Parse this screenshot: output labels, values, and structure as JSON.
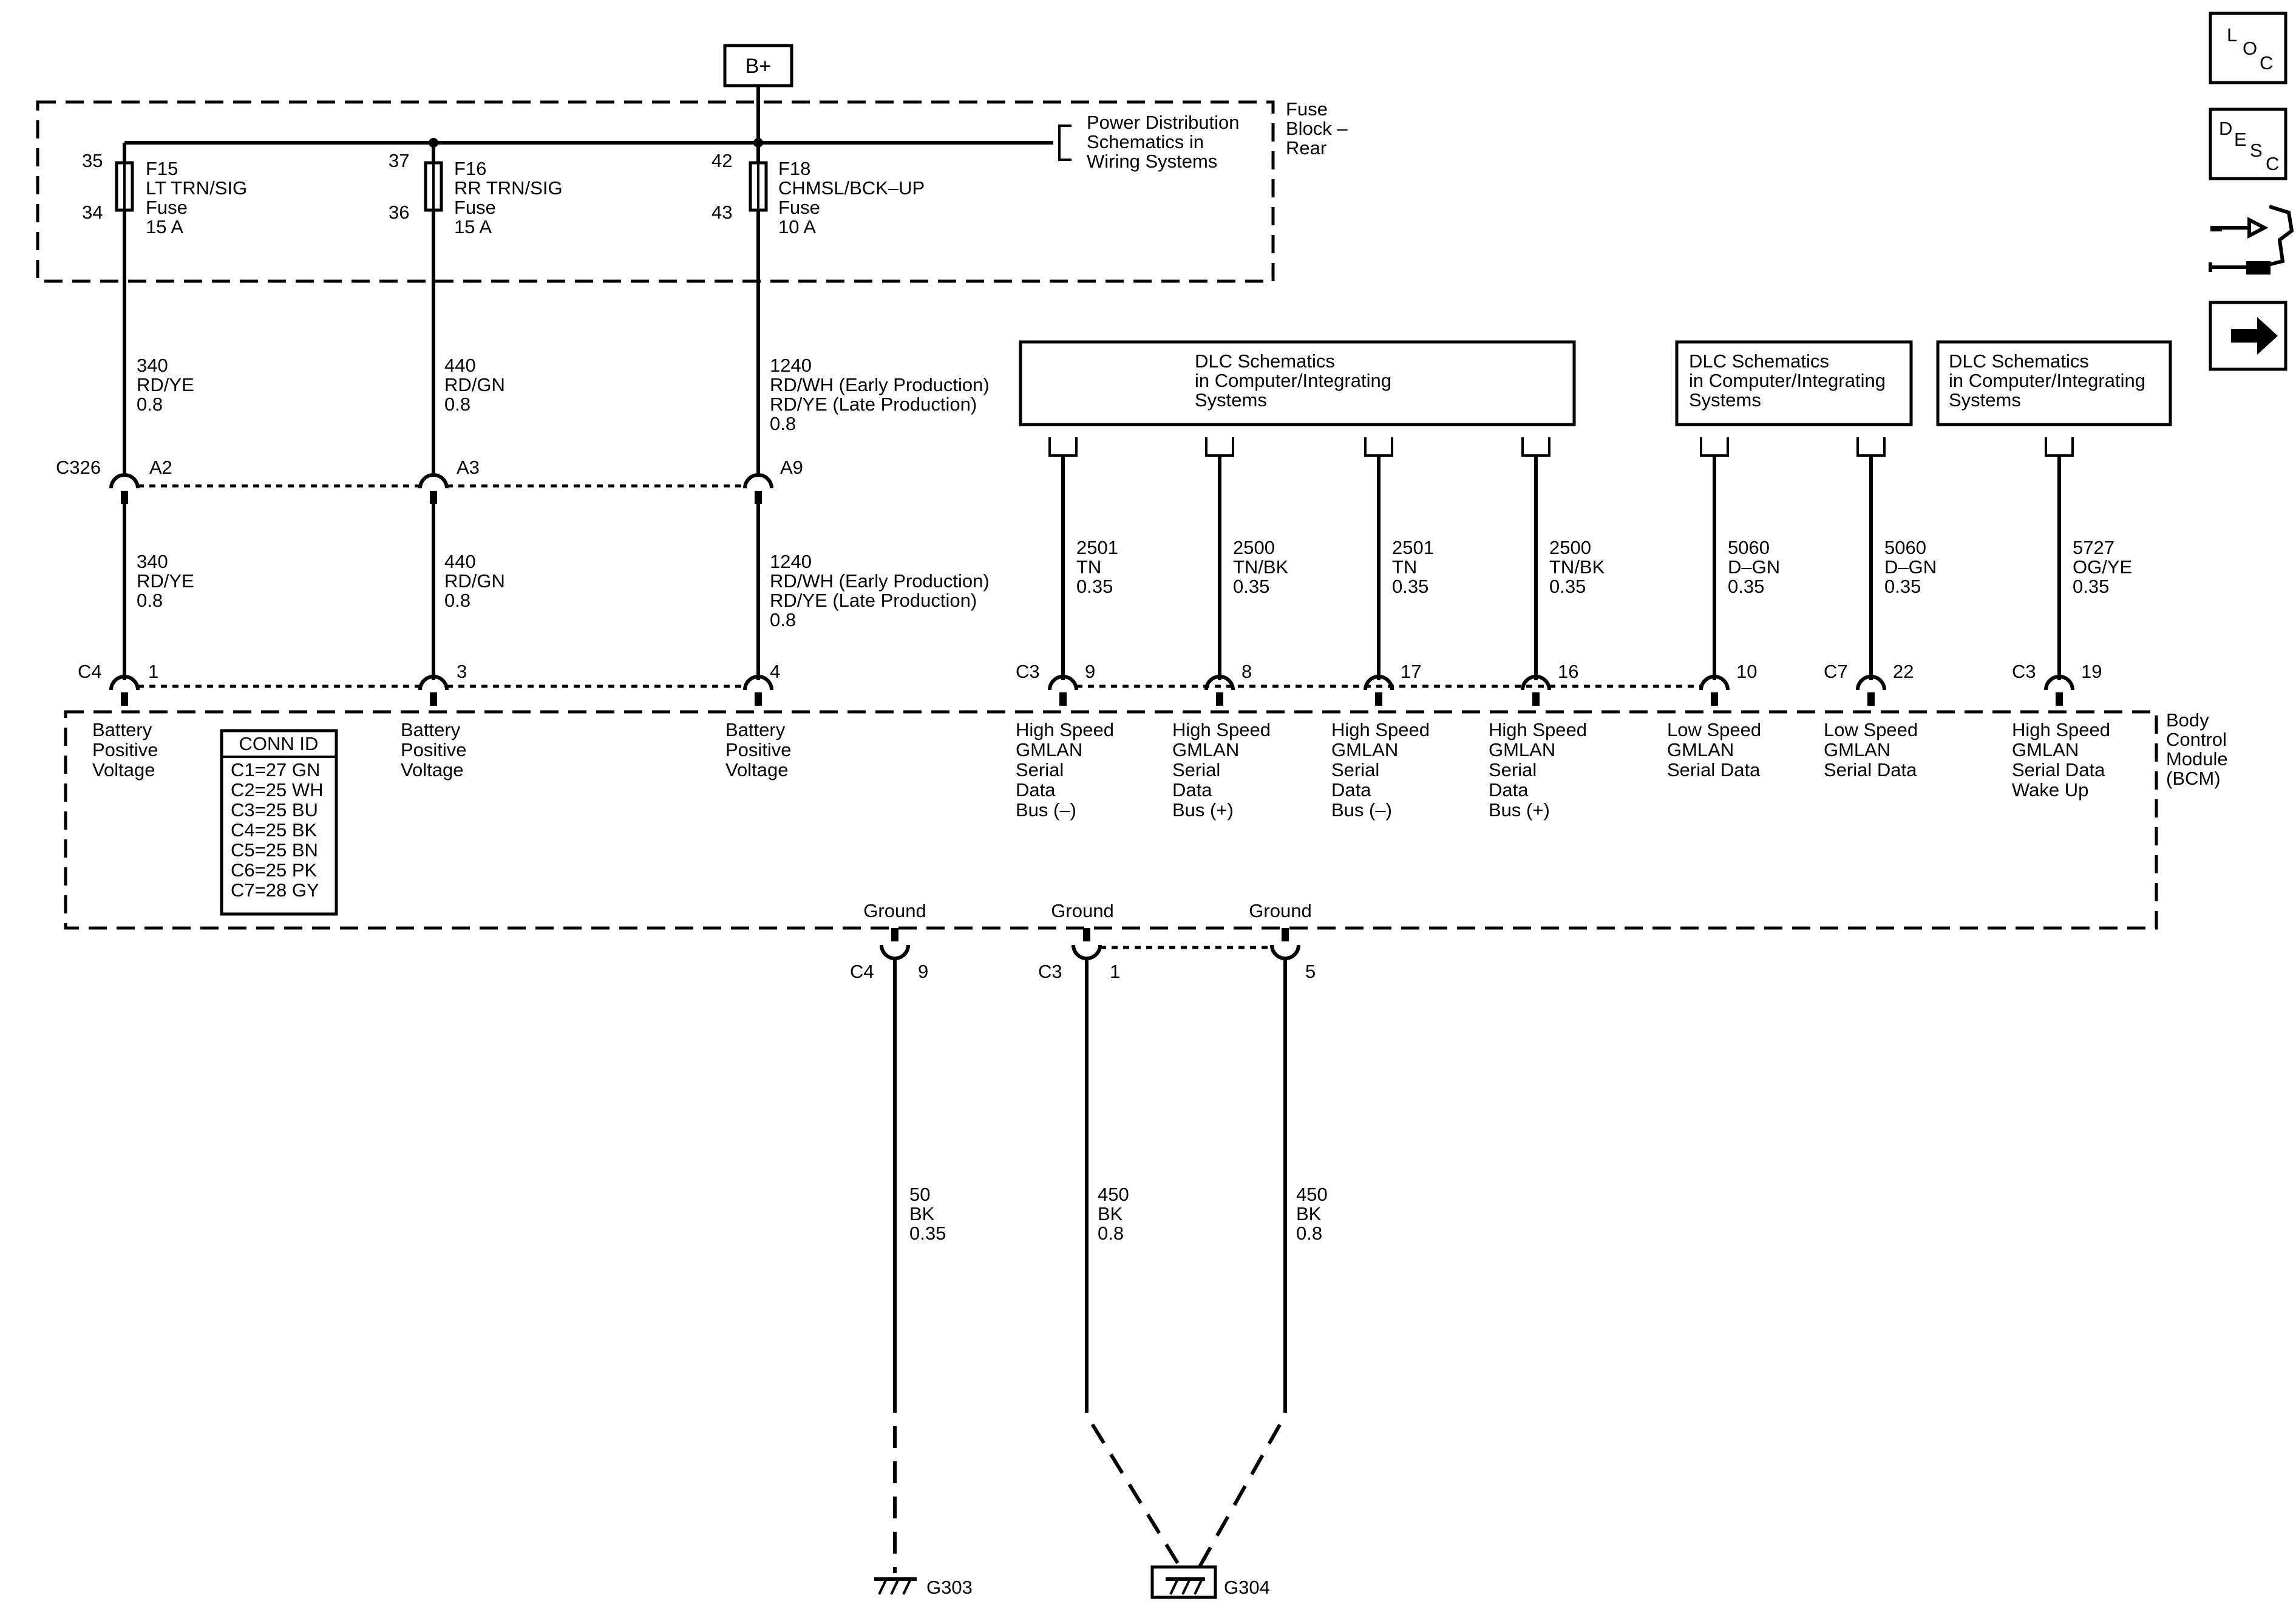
{
  "power": {
    "source": "B+"
  },
  "fuse_block": {
    "label_line1": "Fuse",
    "label_line2": "Block –",
    "label_line3": "Rear"
  },
  "power_dist": {
    "line1": "Power Distribution",
    "line2": "Schematics in",
    "line3": "Wiring Systems"
  },
  "fuses": [
    {
      "pin_in": "35",
      "pin_out": "34",
      "name": "F15",
      "desc": "LT TRN/SIG",
      "type": "Fuse",
      "rating": "15 A"
    },
    {
      "pin_in": "37",
      "pin_out": "36",
      "name": "F16",
      "desc": "RR TRN/SIG",
      "type": "Fuse",
      "rating": "15 A"
    },
    {
      "pin_in": "42",
      "pin_out": "43",
      "name": "F18",
      "desc": "CHMSL/BCK–UP",
      "type": "Fuse",
      "rating": "10 A"
    }
  ],
  "wires_upper": [
    {
      "circuit": "340",
      "color": "RD/YE",
      "gauge": "0.8"
    },
    {
      "circuit": "440",
      "color": "RD/GN",
      "gauge": "0.8"
    },
    {
      "circuit": "1240",
      "color": "RD/WH (Early Production)",
      "color2": "RD/YE (Late Production)",
      "gauge": "0.8"
    }
  ],
  "c326": {
    "name": "C326",
    "pins": [
      "A2",
      "A3",
      "A9"
    ]
  },
  "wires_lower": [
    {
      "circuit": "340",
      "color": "RD/YE",
      "gauge": "0.8"
    },
    {
      "circuit": "440",
      "color": "RD/GN",
      "gauge": "0.8"
    },
    {
      "circuit": "1240",
      "color": "RD/WH (Early Production)",
      "color2": "RD/YE (Late Production)",
      "gauge": "0.8"
    }
  ],
  "bcm_inputs": {
    "connector": "C4",
    "pins": [
      "1",
      "3",
      "4"
    ],
    "label_line1": "Battery",
    "label_line2": "Positive",
    "label_line3": "Voltage"
  },
  "dlc_boxes": [
    {
      "line1": "DLC Schematics",
      "line2": "in Computer/Integrating",
      "line3": "Systems"
    },
    {
      "line1": "DLC Schematics",
      "line2": "in Computer/Integrating",
      "line3": "Systems"
    },
    {
      "line1": "DLC Schematics",
      "line2": "in Computer/Integrating",
      "line3": "Systems"
    }
  ],
  "serial_wires": [
    {
      "circuit": "2501",
      "color": "TN",
      "gauge": "0.35",
      "conn": "C3",
      "pin": "9",
      "l1": "High Speed",
      "l2": "GMLAN",
      "l3": "Serial",
      "l4": "Data",
      "l5": "Bus (–)"
    },
    {
      "circuit": "2500",
      "color": "TN/BK",
      "gauge": "0.35",
      "conn": "",
      "pin": "8",
      "l1": "High Speed",
      "l2": "GMLAN",
      "l3": "Serial",
      "l4": "Data",
      "l5": "Bus (+)"
    },
    {
      "circuit": "2501",
      "color": "TN",
      "gauge": "0.35",
      "conn": "",
      "pin": "17",
      "l1": "High Speed",
      "l2": "GMLAN",
      "l3": "Serial",
      "l4": "Data",
      "l5": "Bus (–)"
    },
    {
      "circuit": "2500",
      "color": "TN/BK",
      "gauge": "0.35",
      "conn": "",
      "pin": "16",
      "l1": "High Speed",
      "l2": "GMLAN",
      "l3": "Serial",
      "l4": "Data",
      "l5": "Bus (+)"
    },
    {
      "circuit": "5060",
      "color": "D–GN",
      "gauge": "0.35",
      "conn": "",
      "pin": "10",
      "l1": "Low Speed",
      "l2": "GMLAN",
      "l3": "Serial Data",
      "l4": "",
      "l5": ""
    },
    {
      "circuit": "5060",
      "color": "D–GN",
      "gauge": "0.35",
      "conn": "C7",
      "pin": "22",
      "l1": "Low Speed",
      "l2": "GMLAN",
      "l3": "Serial Data",
      "l4": "",
      "l5": ""
    },
    {
      "circuit": "5727",
      "color": "OG/YE",
      "gauge": "0.35",
      "conn": "C3",
      "pin": "19",
      "l1": "High Speed",
      "l2": "GMLAN",
      "l3": "Serial Data",
      "l4": "Wake Up",
      "l5": ""
    }
  ],
  "bcm": {
    "line1": "Body",
    "line2": "Control",
    "line3": "Module",
    "line4": "(BCM)"
  },
  "conn_id": {
    "title": "CONN ID",
    "rows": [
      "C1=27 GN",
      "C2=25 WH",
      "C3=25 BU",
      "C4=25 BK",
      "C5=25 BN",
      "C6=25 PK",
      "C7=28 GY"
    ]
  },
  "grounds": [
    {
      "label": "Ground",
      "conn": "C4",
      "pin": "9",
      "circuit": "50",
      "color": "BK",
      "gauge": "0.35"
    },
    {
      "label": "Ground",
      "conn": "C3",
      "pin": "1",
      "circuit": "450",
      "color": "BK",
      "gauge": "0.8"
    },
    {
      "label": "Ground",
      "conn": "",
      "pin": "5",
      "circuit": "450",
      "color": "BK",
      "gauge": "0.8"
    }
  ],
  "ground_points": [
    "G303",
    "G304"
  ],
  "nav_icons": {
    "loc": [
      "L",
      "O",
      "C"
    ],
    "desc": [
      "D",
      "E",
      "S",
      "C"
    ],
    "icon_names": [
      "loc-icon",
      "desc-icon",
      "connector-tool-icon",
      "next-arrow-icon"
    ]
  }
}
